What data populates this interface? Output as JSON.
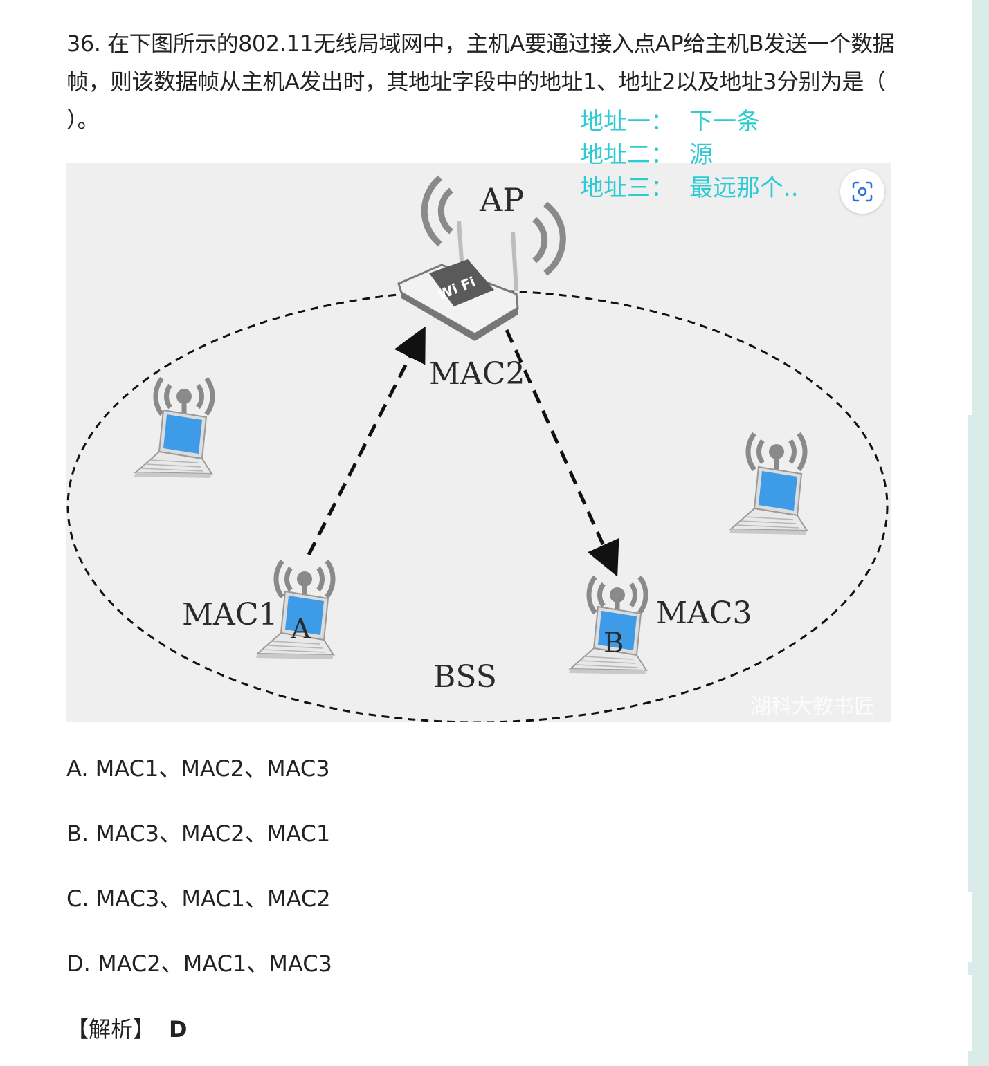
{
  "question": {
    "text": "36. 在下图所示的802.11无线局域网中，主机A要通过接入点AP给主机B发送一个数据帧，则该数据帧从主机A发出时，其地址字段中的地址1、地址2以及地址3分别为是（ ）。"
  },
  "annotations": [
    {
      "key": "地址一：",
      "value": "下一条"
    },
    {
      "key": "地址二：",
      "value": "源"
    },
    {
      "key": "地址三：",
      "value": "最远那个.."
    }
  ],
  "figure": {
    "labels": {
      "ap": "AP",
      "mac2": "MAC2",
      "mac1": "MAC1",
      "mac3": "MAC3",
      "host_a": "A",
      "host_b": "B",
      "bss": "BSS",
      "wifi_badge": "Wi Fi"
    },
    "watermark": "湖科大教书匠"
  },
  "icons": {
    "lens": "scan-lens-icon"
  },
  "options": [
    {
      "text": "A. MAC1、MAC2、MAC3"
    },
    {
      "text": "B. MAC3、MAC2、MAC1"
    },
    {
      "text": "C. MAC3、MAC1、MAC2"
    },
    {
      "text": "D. MAC2、MAC1、MAC3"
    }
  ],
  "answer": {
    "label": "【解析】",
    "value": "D"
  },
  "colors": {
    "annotation": "#2ecbd1",
    "figure_bg": "#efefef",
    "screen_blue": "#3d9be8",
    "sidebar": "#d9ece9"
  }
}
